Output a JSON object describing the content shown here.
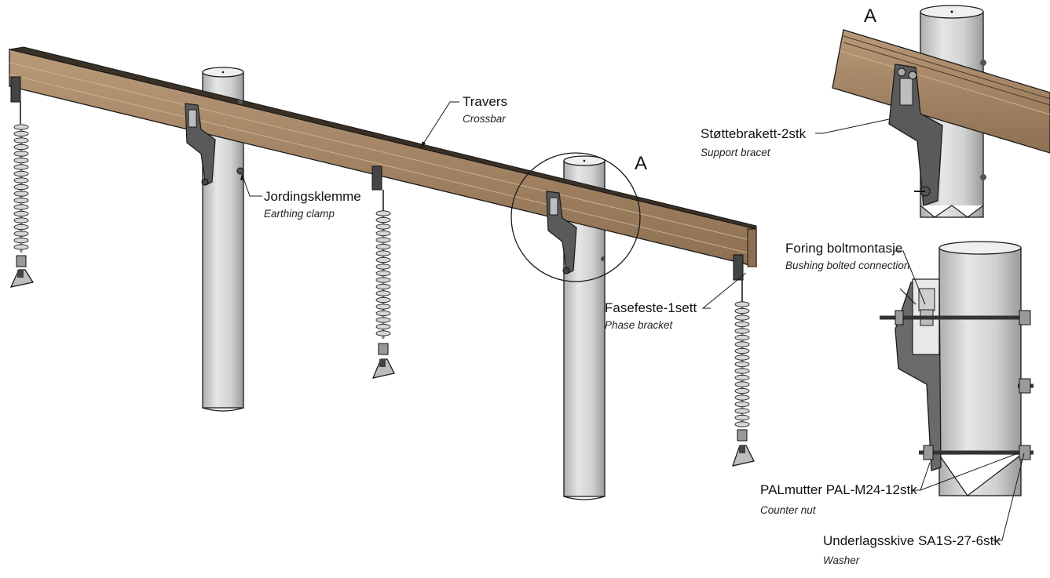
{
  "labels": {
    "travers": {
      "main": "Travers",
      "sub": "Crossbar"
    },
    "jording": {
      "main": "Jordingsklemme",
      "sub": "Earthing clamp"
    },
    "fasefeste": {
      "main": "Fasefeste-1sett",
      "sub": "Phase bracket"
    },
    "stotte": {
      "main": "Støttebrakett-2stk",
      "sub": "Support bracet"
    },
    "foring": {
      "main": "Foring boltmontasje",
      "sub": "Bushing bolted connection"
    },
    "palmutter": {
      "main": "PALmutter PAL-M24-12stk",
      "sub": "Counter nut"
    },
    "underlag": {
      "main": "Underlagsskive SA1S-27-6stk",
      "sub": "Washer"
    }
  },
  "detail": {
    "letter_main": "A",
    "letter_inset": "A"
  },
  "colors": {
    "crossbar": "#a88a6a",
    "crossbar_dark": "#7a5f45",
    "pole": "#d9d9d9",
    "pole_shade": "#bdbdbd",
    "bracket": "#5a5a5a",
    "insulator": "#cfcfcf"
  }
}
